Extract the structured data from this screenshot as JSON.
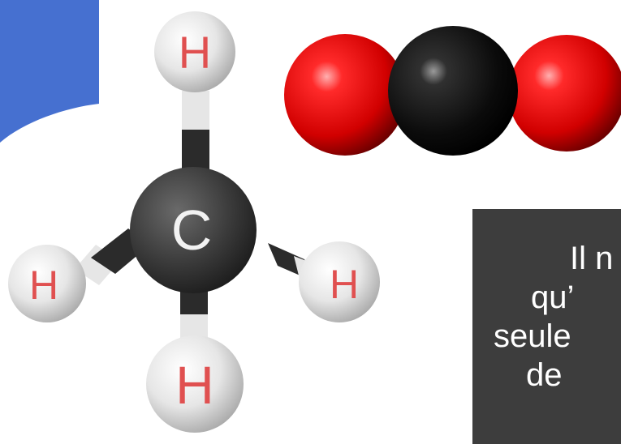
{
  "methane": {
    "center_atom": "C",
    "hydrogen_atoms": [
      "H",
      "H",
      "H",
      "H"
    ]
  },
  "colors": {
    "accent_blue": "#4670d0",
    "oxygen_red": "#e00000",
    "carbon_black": "#111111",
    "carbon_gray": "#3a3a3a",
    "hydrogen_white": "#e8e8e8",
    "hydrogen_label": "#e05050",
    "text_box_bg": "#3d3d3d"
  },
  "text_box": {
    "lines": [
      "Il n",
      "qu’",
      "seule",
      "de"
    ]
  }
}
